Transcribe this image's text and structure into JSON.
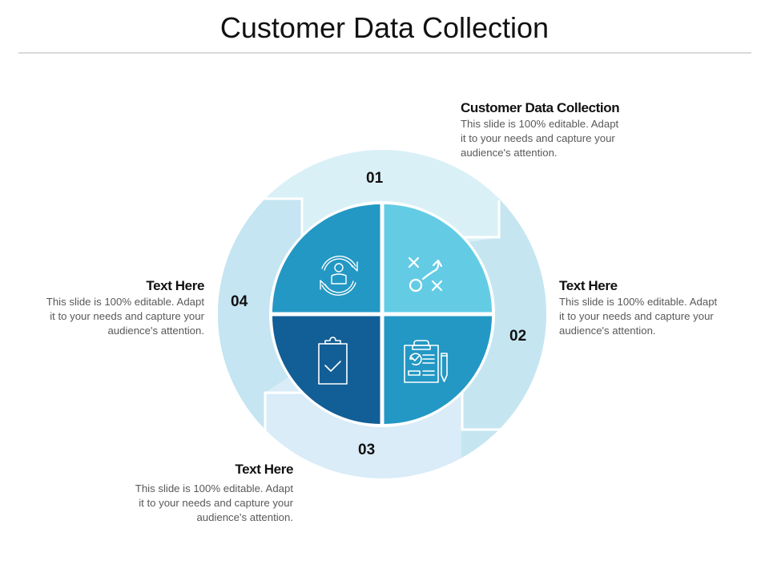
{
  "title": "Customer Data Collection",
  "colors": {
    "segment_01": "#DAF0F7",
    "segment_02": "#C5E6F1",
    "segment_03": "#D9ECF8",
    "segment_04": "#C4E5F1",
    "quadrant_top_left": "#2398C4",
    "quadrant_top_right": "#63CCE4",
    "quadrant_bottom_right": "#2398C4",
    "quadrant_bottom_left": "#125E96",
    "icon_stroke": "#FFFFFF"
  },
  "segments": [
    {
      "number": "01",
      "icon": "strategy-play-icon",
      "quadrant": "top-right"
    },
    {
      "number": "02",
      "icon": "clipboard-report-pencil-icon",
      "quadrant": "bottom-right"
    },
    {
      "number": "03",
      "icon": "clipboard-check-icon",
      "quadrant": "bottom-left"
    },
    {
      "number": "04",
      "icon": "customer-cycle-icon",
      "quadrant": "top-left"
    }
  ],
  "callouts": [
    {
      "heading": "Customer Data Collection",
      "lines": [
        "This slide is 100% editable.  Adapt",
        "it to your needs and capture your",
        "audience's attention."
      ]
    },
    {
      "heading": "Text Here",
      "lines": [
        "This slide is 100% editable.  Adapt",
        "it to your needs and capture your",
        "audience's attention."
      ]
    },
    {
      "heading": "Text Here",
      "lines": [
        "This slide is 100% editable.  Adapt",
        "it to your needs and capture your",
        "audience's attention."
      ]
    },
    {
      "heading": "Text Here",
      "lines": [
        "This slide is 100% editable.  Adapt",
        "it to your needs and capture your",
        "audience's attention."
      ]
    }
  ]
}
